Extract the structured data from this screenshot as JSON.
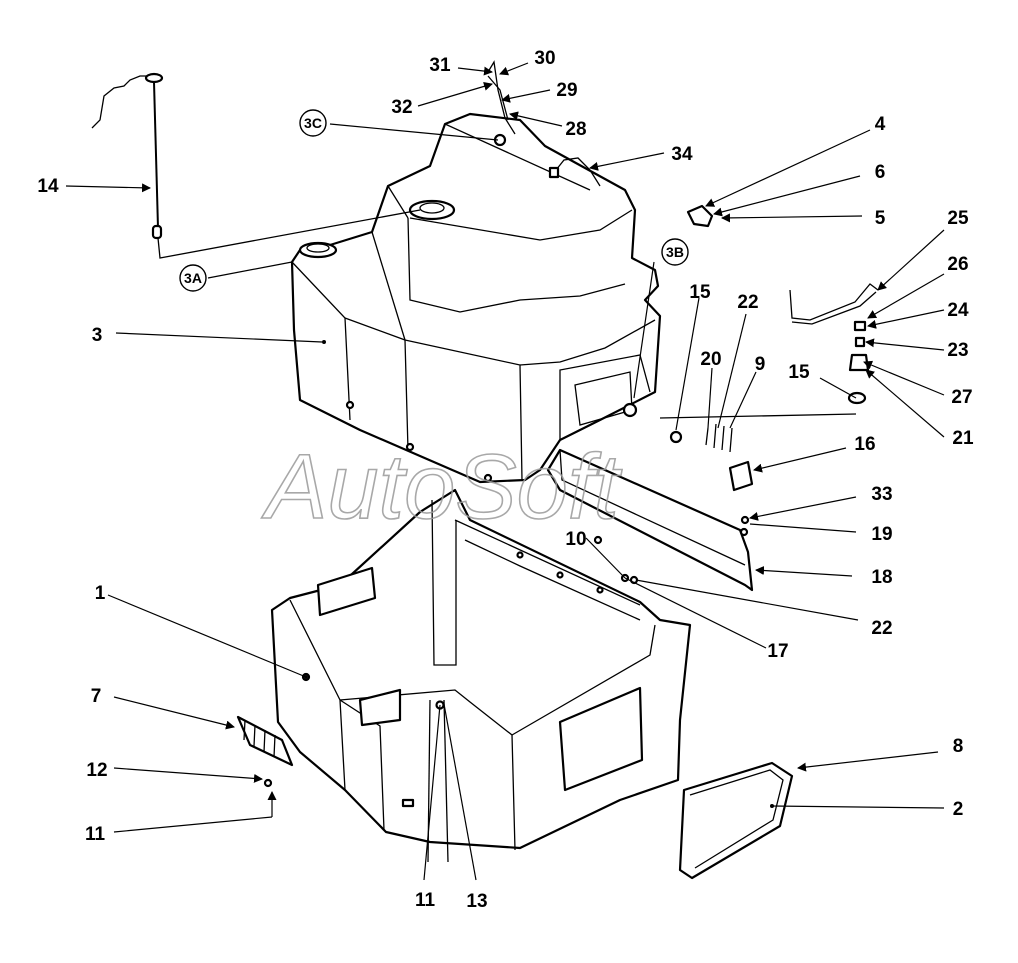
{
  "watermark": "AutoSoft",
  "callouts": [
    "1",
    "2",
    "3",
    "3A",
    "3B",
    "3C",
    "4",
    "5",
    "6",
    "7",
    "8",
    "9",
    "10",
    "11",
    "11",
    "12",
    "13",
    "14",
    "15",
    "15",
    "16",
    "17",
    "18",
    "19",
    "20",
    "21",
    "22",
    "22",
    "23",
    "24",
    "25",
    "26",
    "27",
    "28",
    "29",
    "30",
    "31",
    "32",
    "33",
    "34"
  ]
}
